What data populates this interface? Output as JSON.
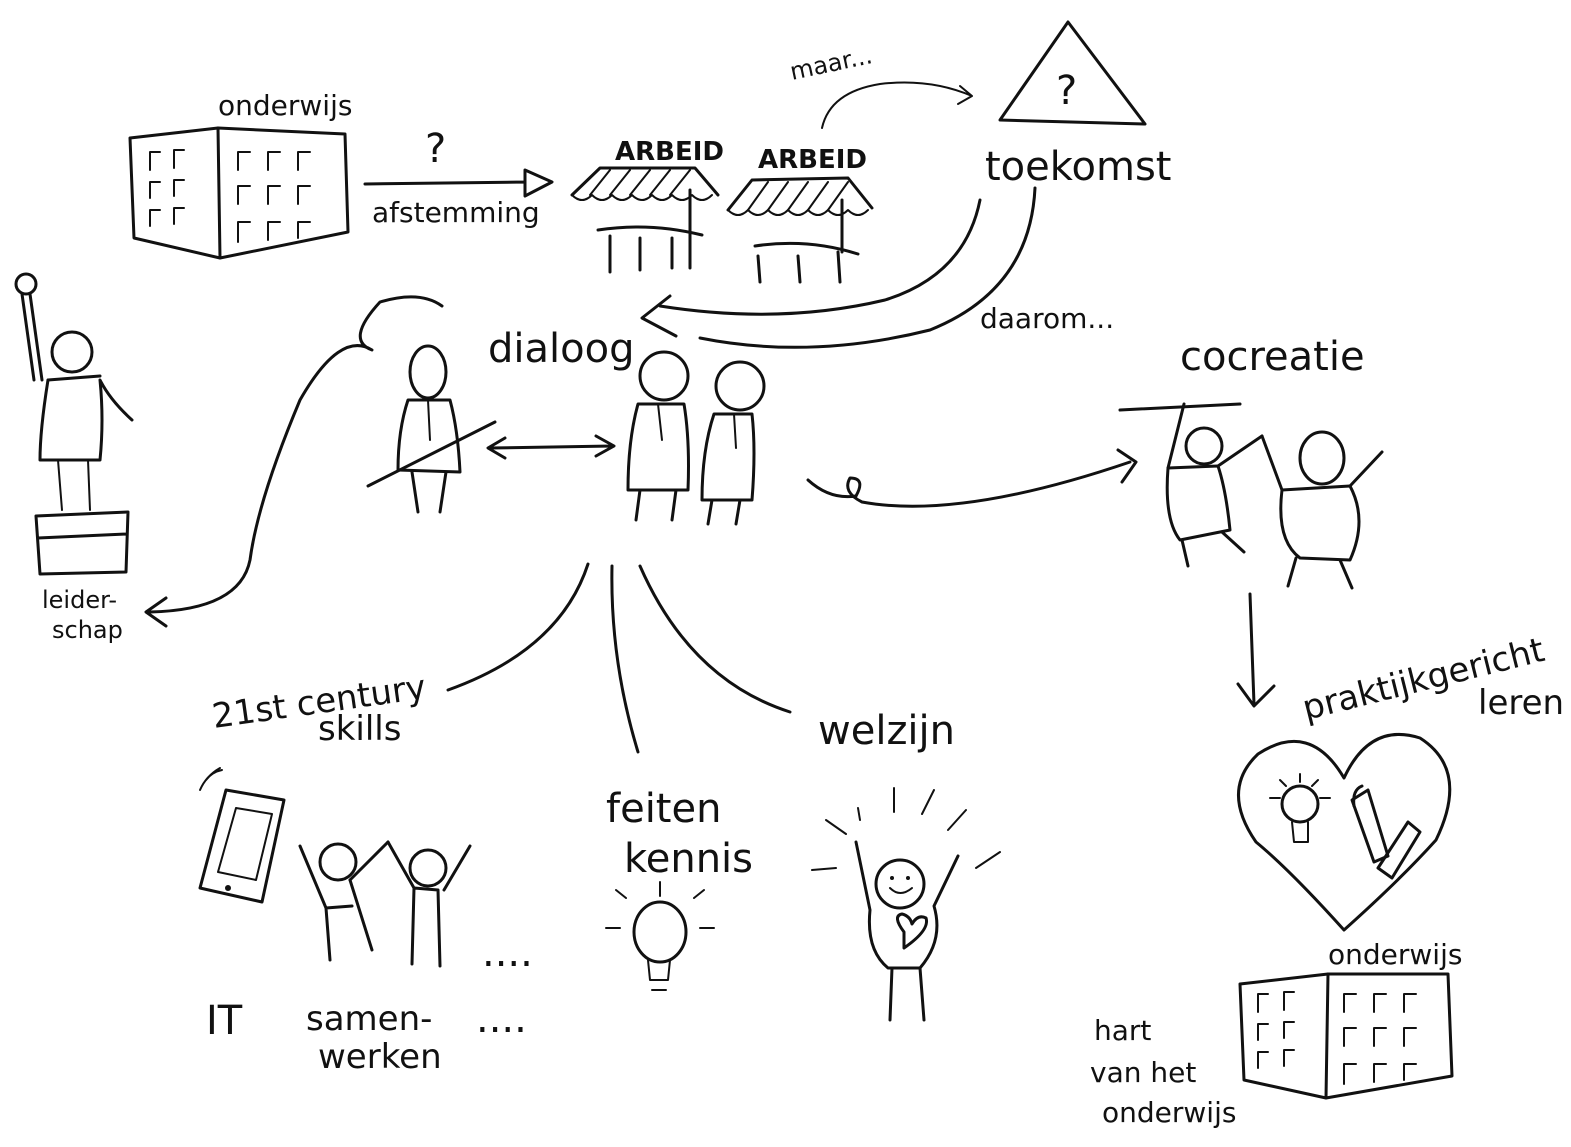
{
  "labels": {
    "onderwijs_top": "onderwijs",
    "afstemming": "afstemming",
    "question": "?",
    "arbeid_1": "ARBEID",
    "arbeid_2": "ARBEID",
    "maar": "maar...",
    "toekomst": "toekomst",
    "daarom": "daarom...",
    "dialoog": "dialoog",
    "cocreatie": "cocreatie",
    "leiderschap_1": "leider-",
    "leiderschap_2": "schap",
    "century_1": "21st century",
    "century_2": "skills",
    "feiten": "feiten",
    "kennis": "kennis",
    "welzijn": "welzijn",
    "it": "IT",
    "samenwerken_1": "samen-",
    "samenwerken_2": "werken",
    "praktijk_1": "praktijkgericht",
    "praktijk_2": "leren",
    "onderwijs_bottom": "onderwijs",
    "hart_1": "hart",
    "hart_2": "van het",
    "hart_3": "onderwijs",
    "dots": "...."
  }
}
